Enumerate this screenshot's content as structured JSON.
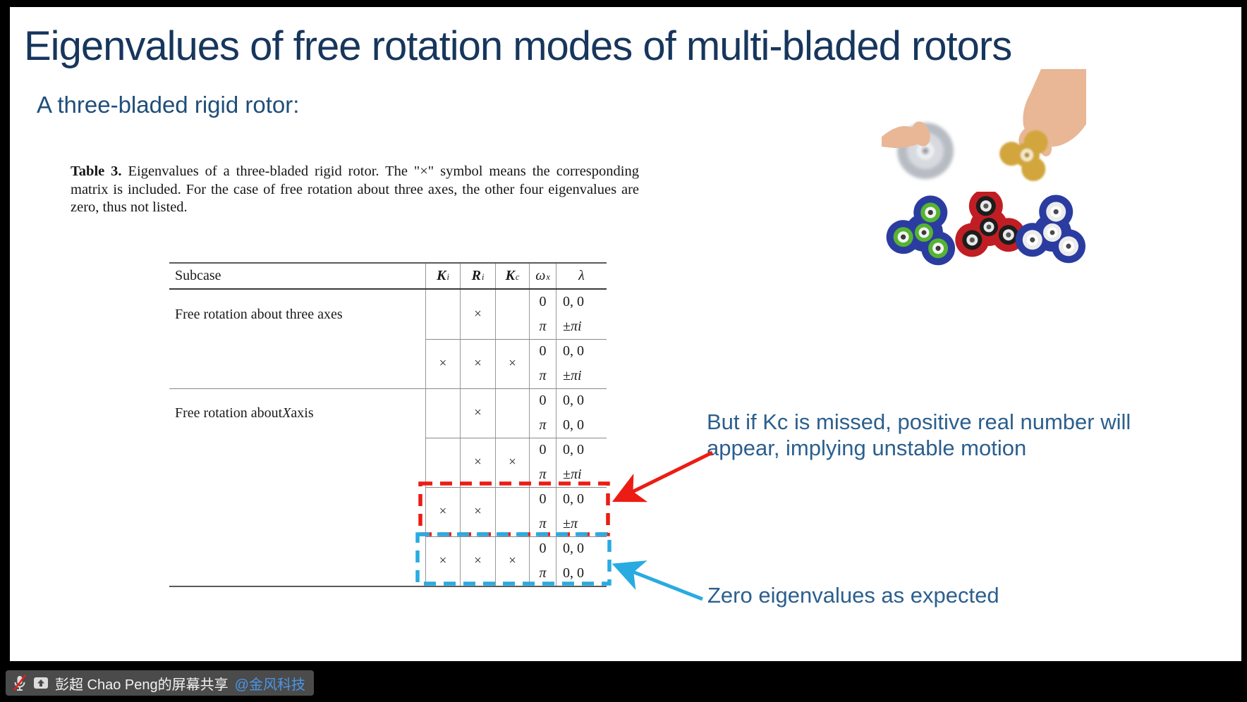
{
  "slide": {
    "title": "Eigenvalues of free rotation modes of multi-bladed rotors",
    "subtitle": "A three-bladed rigid rotor:"
  },
  "caption": {
    "label": "Table 3.",
    "text": " Eigenvalues of a three-bladed rigid rotor. The \"×\" symbol means the corresponding matrix is included. For the case of free rotation about three axes, the other four eigenvalues are zero, thus not listed."
  },
  "table": {
    "headers": [
      {
        "text": "Subcase",
        "sub": "",
        "name": "subcase"
      },
      {
        "text": "K",
        "sub": "i",
        "name": "Ki"
      },
      {
        "text": "R",
        "sub": "i",
        "name": "Ri"
      },
      {
        "text": "K",
        "sub": "c",
        "name": "Kc"
      },
      {
        "text": "ω",
        "sub": "x",
        "name": "omega-x"
      },
      {
        "text": "λ",
        "sub": "",
        "name": "lambda"
      }
    ],
    "blocks": [
      {
        "subcase": "Free rotation about three axes",
        "section_start": false,
        "marks": [
          "",
          "×",
          ""
        ],
        "rows": [
          {
            "omega": "0",
            "lambda": "0, 0"
          },
          {
            "omega": "π",
            "lambda": "±πi"
          }
        ],
        "highlight": ""
      },
      {
        "subcase": "",
        "section_start": false,
        "marks": [
          "×",
          "×",
          "×"
        ],
        "rows": [
          {
            "omega": "0",
            "lambda": "0, 0"
          },
          {
            "omega": "π",
            "lambda": "±πi"
          }
        ],
        "highlight": ""
      },
      {
        "subcase": "Free rotation about X axis",
        "section_start": true,
        "marks": [
          "",
          "×",
          ""
        ],
        "rows": [
          {
            "omega": "0",
            "lambda": "0, 0"
          },
          {
            "omega": "π",
            "lambda": "0, 0"
          }
        ],
        "highlight": ""
      },
      {
        "subcase": "",
        "section_start": false,
        "marks": [
          "",
          "×",
          "×"
        ],
        "rows": [
          {
            "omega": "0",
            "lambda": "0, 0"
          },
          {
            "omega": "π",
            "lambda": "±πi"
          }
        ],
        "highlight": ""
      },
      {
        "subcase": "",
        "section_start": false,
        "marks": [
          "×",
          "×",
          ""
        ],
        "rows": [
          {
            "omega": "0",
            "lambda": "0, 0"
          },
          {
            "omega": "π",
            "lambda": "±π"
          }
        ],
        "highlight": "red"
      },
      {
        "subcase": "",
        "section_start": false,
        "marks": [
          "×",
          "×",
          "×"
        ],
        "rows": [
          {
            "omega": "0",
            "lambda": "0, 0"
          },
          {
            "omega": "π",
            "lambda": "0, 0"
          }
        ],
        "highlight": "blue"
      }
    ]
  },
  "annotations": {
    "unstable": "But if Kc is missed, positive real number will appear, implying unstable motion",
    "zero": "Zero eigenvalues as expected"
  },
  "share_bar": {
    "text": "彭超 Chao Peng的屏幕共享 ",
    "mention": "@金风科技"
  },
  "colors": {
    "title_color": "#17365D",
    "subtitle_color": "#1F4E79",
    "annotation_color": "#2B5F8E",
    "highlight_red": "#EC1C14",
    "highlight_blue": "#29ABE2",
    "mention_blue": "#4A96E8",
    "share_bar_bg": "#4B4B4B",
    "spinner_blue": "#2B3CA0",
    "spinner_red": "#C01E24",
    "spinner_green": "#55B431",
    "spinner_gold": "#D2A63C",
    "skin": "#E9B795"
  }
}
